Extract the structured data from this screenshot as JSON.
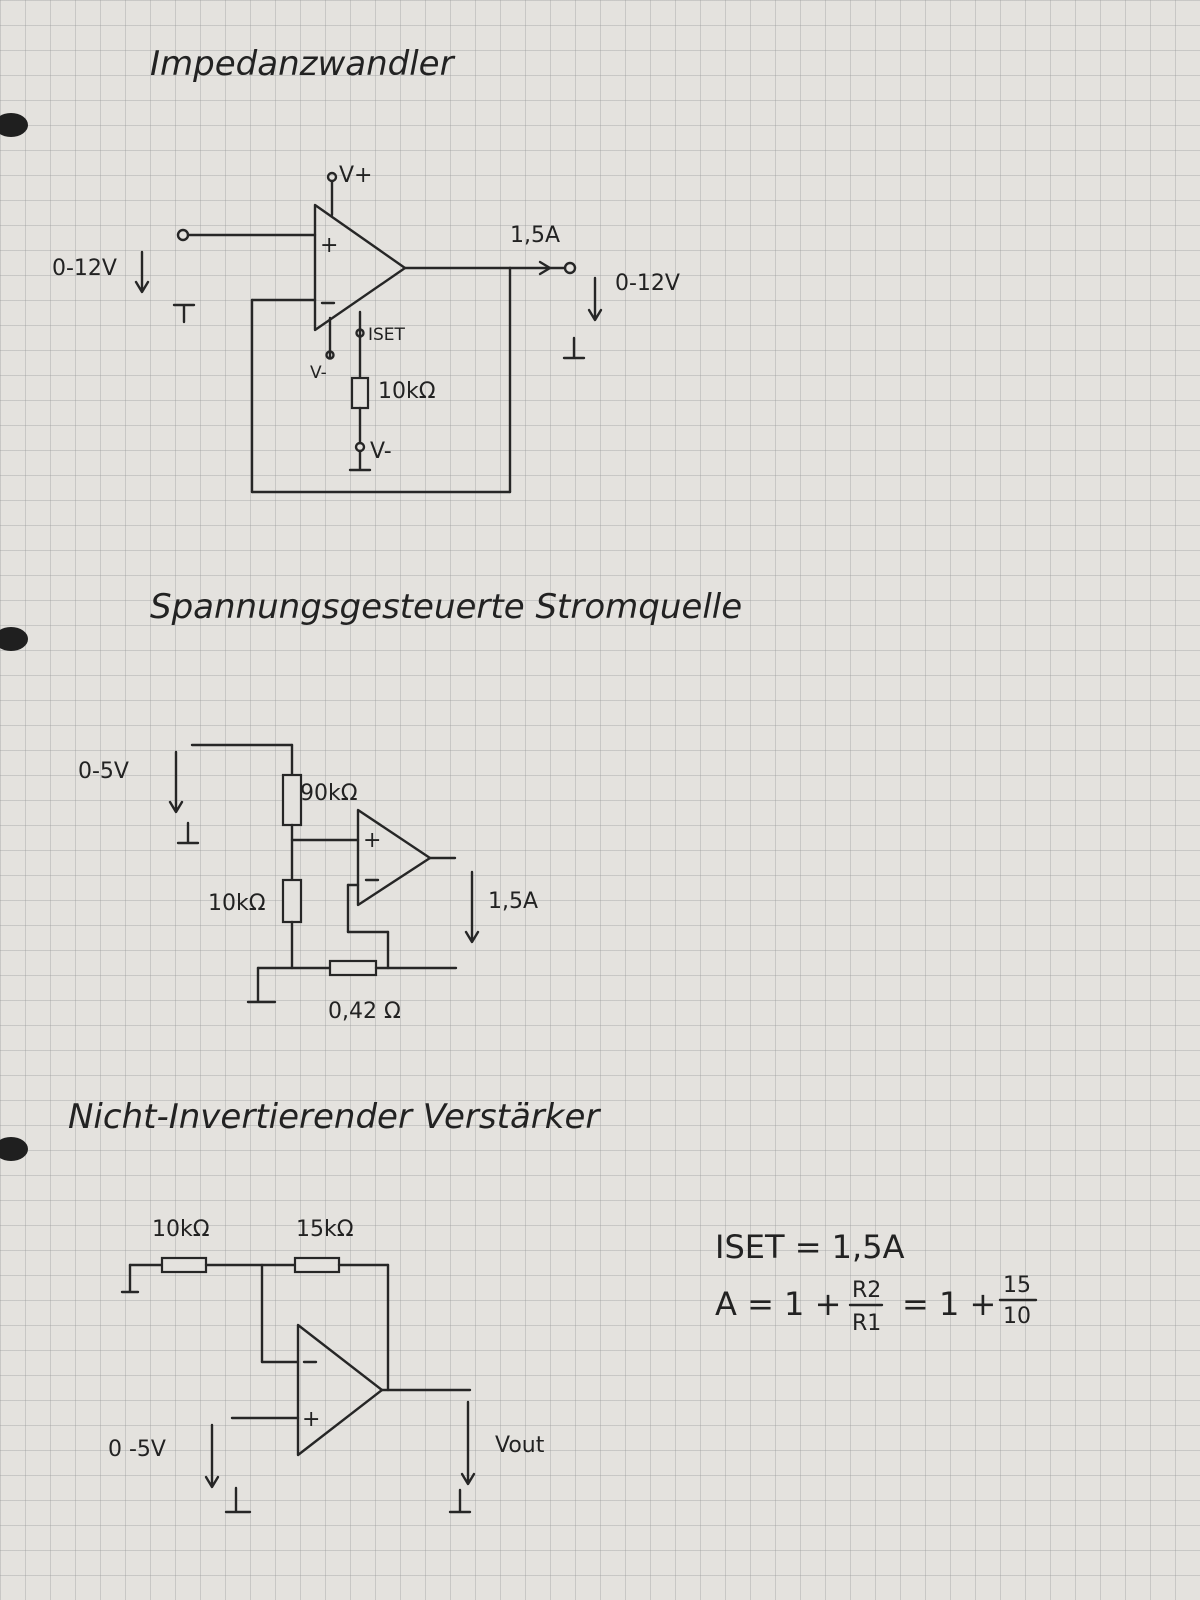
{
  "sections": {
    "impedanzwandler": {
      "title": "Impedanzwandler",
      "input_label": "0-12V",
      "output_label": "0-12V",
      "current_label": "1,5A",
      "vplus_label": "V+",
      "vminus_label": "V-",
      "vminus_small_label": "V-",
      "iset_label": "ISET",
      "resistor_label": "10kΩ"
    },
    "stromquelle": {
      "title": "Spannungsgesteuerte Stromquelle",
      "input_label": "0-5V",
      "r_top_label": "90kΩ",
      "r_bottom_label": "10kΩ",
      "r_shunt_label": "0,42 Ω",
      "current_label": "1,5A"
    },
    "verstaerker": {
      "title": "Nicht-Invertierender Verstärker",
      "r1_label": "10kΩ",
      "r2_label": "15kΩ",
      "input_label": "0 -5V",
      "output_label": "Vout"
    }
  },
  "formulas": {
    "iset_line": "ISET = 1,5A",
    "gain_prefix": "A = 1 +",
    "gain_frac_num": "R2",
    "gain_frac_den": "R1",
    "gain_mid": "= 1 +",
    "gain_num": "15",
    "gain_den": "10"
  }
}
